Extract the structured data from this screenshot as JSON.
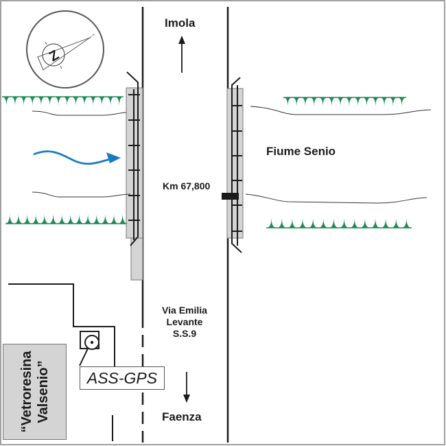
{
  "labels": {
    "north": "Imola",
    "south": "Faenza",
    "km_marker": "Km 67,800",
    "river": "Fiume Senio",
    "road_line1": "Via Emilia",
    "road_line2": "Levante",
    "road_line3": "S.S.9",
    "station": "ASS-GPS",
    "building_line1": "“Vetroresina",
    "building_line2": "Valsenio”"
  },
  "icons": {
    "compass": "north-arrow-compass",
    "flow": "river-flow-arrow",
    "gps": "gps-antenna-symbol"
  },
  "colors": {
    "line": "#1a1a1a",
    "bridge_fill": "#d4d4d4",
    "vegetation": "#1f8a55",
    "river_flow": "#1a7bbf",
    "frame": "#a0a0a0"
  }
}
